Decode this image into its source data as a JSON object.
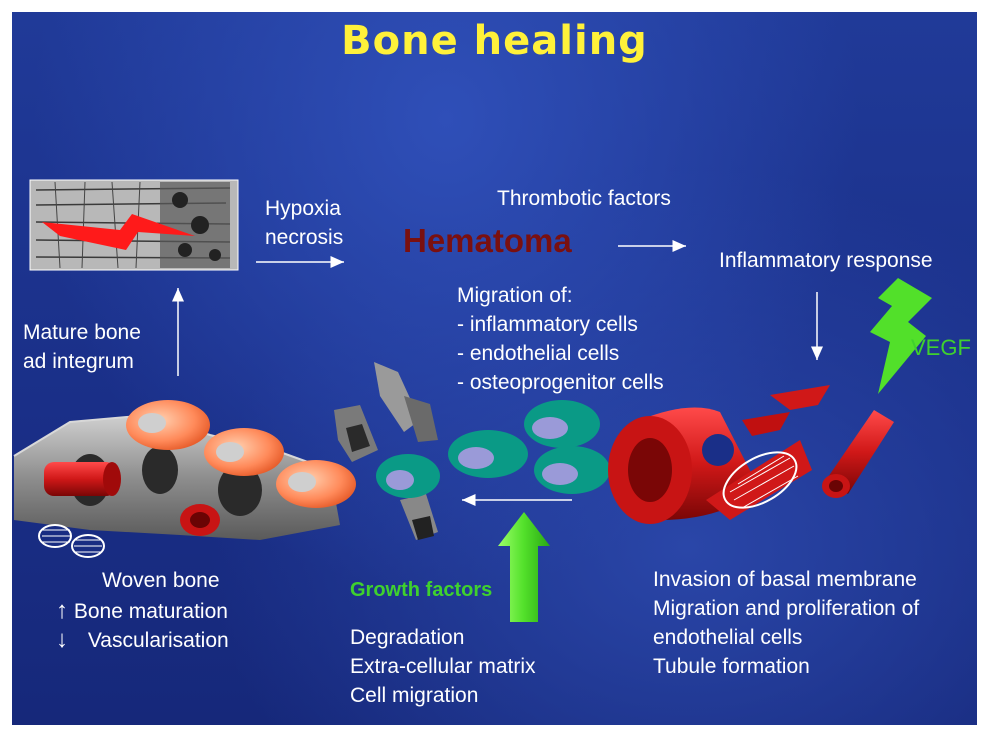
{
  "title": "Bone healing",
  "hematoma": "Hematoma",
  "labels": {
    "hypoxia": [
      "Hypoxia",
      "necrosis"
    ],
    "thrombotic": "Thrombotic factors",
    "inflammatory_response": "Inflammatory response",
    "migration": [
      "Migration of:",
      "- inflammatory cells",
      "- endothelial cells",
      "- osteoprogenitor cells"
    ],
    "mature_bone": [
      "Mature bone",
      "ad integrum"
    ],
    "vegf": "VEGF",
    "growth_factors": "Growth factors",
    "woven": {
      "title": "Woven bone",
      "up_arrow": "↑",
      "maturation": "Bone maturation",
      "down_arrow": "↓",
      "vascularisation": "Vascularisation"
    },
    "degradation": [
      "Degradation",
      "Extra-cellular matrix",
      "Cell migration"
    ],
    "invasion": [
      "Invasion of basal membrane",
      "Migration and proliferation of",
      "endothelial cells",
      "Tubule formation"
    ]
  },
  "colors": {
    "background": "#1c3290",
    "title": "#fff13a",
    "hematoma": "#7a1010",
    "growth_green": "#3fd12e",
    "vessel_red": "#d01818",
    "cell_teal": "#0a9a86",
    "nucleus": "#9a9ad8",
    "bone_grey": "#8c8c8c"
  }
}
